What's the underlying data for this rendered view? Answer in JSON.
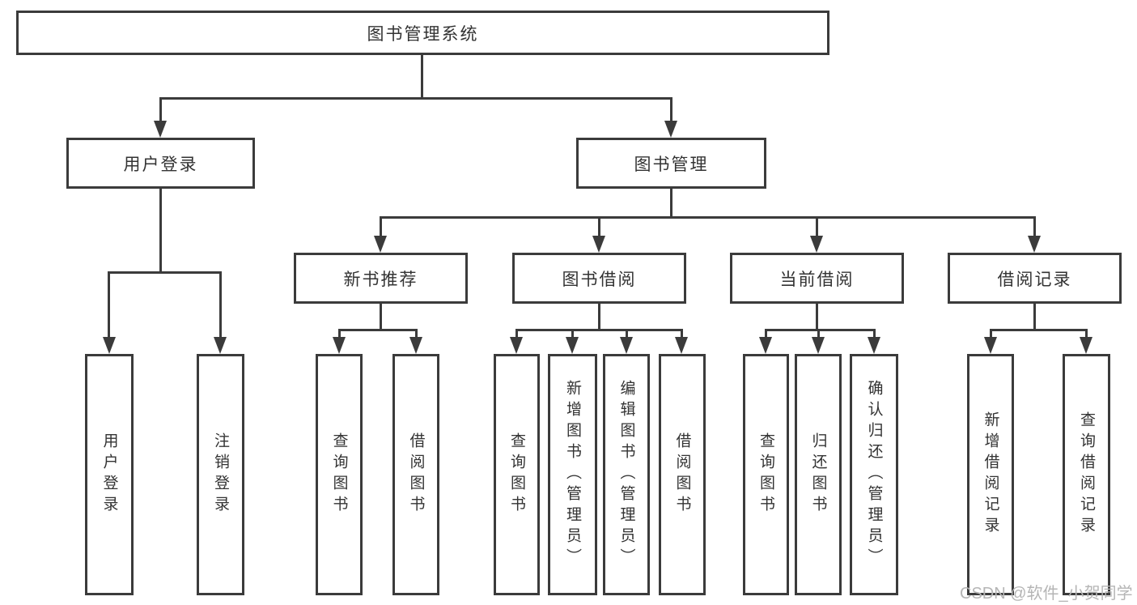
{
  "nodes": {
    "root": "图书管理系统",
    "user_login": "用户登录",
    "book_management": "图书管理",
    "new_book_recommend": "新书推荐",
    "book_borrow": "图书借阅",
    "current_borrow": "当前借阅",
    "borrow_record": "借阅记录",
    "leaves": {
      "user_login_leaf": "用户登录",
      "logout": "注销登录",
      "nb_query_book": "查询图书",
      "nb_borrow_book": "借阅图书",
      "bb_query_book": "查询图书",
      "bb_add_book": "新增图书（管理员）",
      "bb_edit_book": "编辑图书（管理员）",
      "bb_borrow_book": "借阅图书",
      "cb_query_book": "查询图书",
      "cb_return_book": "归还图书",
      "cb_confirm_return": "确认归还（管理员）",
      "br_add_record": "新增借阅记录",
      "br_query_record": "查询借阅记录"
    }
  },
  "watermark": {
    "text": "CSDN @软件_小贺同学",
    "color": "#b5b5b5"
  },
  "colors": {
    "line": "#3b3b3b",
    "text": "#333333",
    "background": "#ffffff"
  }
}
